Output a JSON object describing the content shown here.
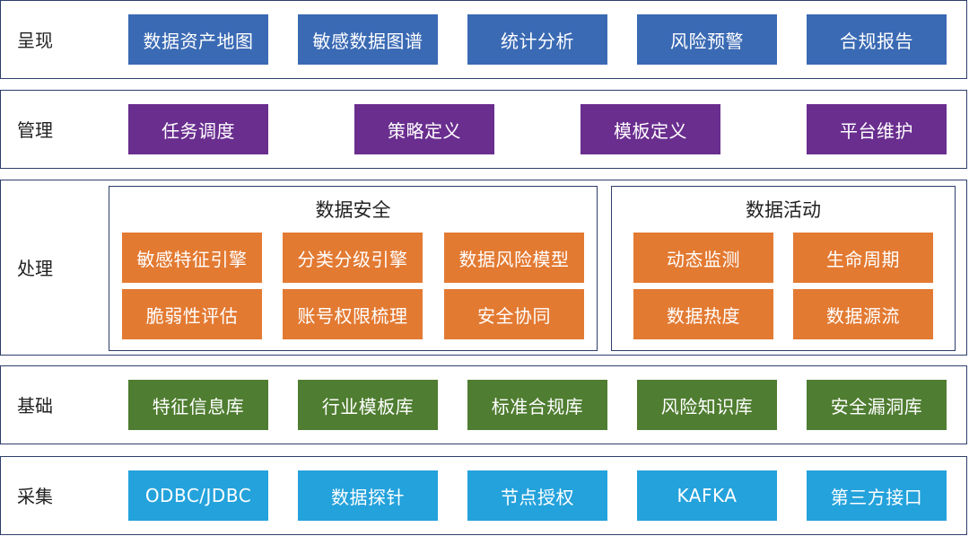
{
  "colors": {
    "presentation": "#3a6ab4",
    "management": "#6a2e8f",
    "processing": "#e37a32",
    "foundation": "#4f7d31",
    "collection": "#24a2dc",
    "border": "#2f3e6b"
  },
  "layers": {
    "presentation": {
      "label": "呈现",
      "items": [
        "数据资产地图",
        "敏感数据图谱",
        "统计分析",
        "风险预警",
        "合规报告"
      ]
    },
    "management": {
      "label": "管理",
      "items": [
        "任务调度",
        "策略定义",
        "模板定义",
        "平台维护"
      ]
    },
    "processing": {
      "label": "处理",
      "groups": [
        {
          "title": "数据安全",
          "items": [
            "敏感特征引擎",
            "分类分级引擎",
            "数据风险模型",
            "脆弱性评估",
            "账号权限梳理",
            "安全协同"
          ]
        },
        {
          "title": "数据活动",
          "items": [
            "动态监测",
            "生命周期",
            "数据热度",
            "数据源流"
          ]
        }
      ]
    },
    "foundation": {
      "label": "基础",
      "items": [
        "特征信息库",
        "行业模板库",
        "标准合规库",
        "风险知识库",
        "安全漏洞库"
      ]
    },
    "collection": {
      "label": "采集",
      "items": [
        "ODBC/JDBC",
        "数据探针",
        "节点授权",
        "KAFKA",
        "第三方接口"
      ]
    }
  }
}
